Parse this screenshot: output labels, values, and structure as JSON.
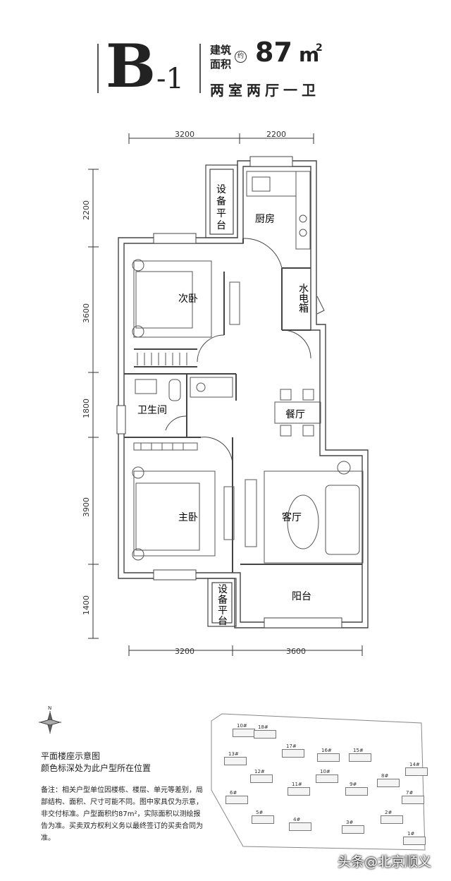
{
  "header": {
    "type_letter": "B",
    "type_number": "-1",
    "area_label_line1": "建筑",
    "area_label_line2": "面积",
    "area_approx": "约",
    "area_value": "87",
    "area_unit": "m",
    "area_sup": "2",
    "layout": "两室两厅一卫"
  },
  "dimensions": {
    "top": [
      "3200",
      "2200"
    ],
    "bottom": [
      "3200",
      "3600"
    ],
    "left": [
      "2200",
      "3600",
      "1800",
      "3900",
      "1400"
    ]
  },
  "rooms": {
    "equipment_top_1": "设",
    "equipment_top_2": "备",
    "equipment_top_3": "平",
    "equipment_top_4": "台",
    "kitchen": "厨房",
    "second_bedroom": "次卧",
    "meter_box_1": "水",
    "meter_box_2": "电",
    "meter_box_3": "箱",
    "bathroom": "卫生间",
    "dining": "餐厅",
    "master_bedroom": "主卧",
    "living": "客厅",
    "equipment_bottom_1": "设",
    "equipment_bottom_2": "备",
    "equipment_bottom_3": "平",
    "equipment_bottom_4": "台",
    "balcony": "阳台"
  },
  "site_plan": {
    "title": "平面楼座示意图",
    "subtitle": "颜色标深处为此户型所在位置",
    "buildings": [
      "10#",
      "18#",
      "13#",
      "17#",
      "16#",
      "15#",
      "12#",
      "10#",
      "8#",
      "11#",
      "9#",
      "14#",
      "6#",
      "7#",
      "5#",
      "4#",
      "3#",
      "2#",
      "1#"
    ]
  },
  "notes": "备注：相关户型单位因楼栋、楼层、单元等差别，局部结构、面积、尺寸可能不同。图中家具仅为示意，非交付标准。户型面积约87m²，实际面积以测绘报告为准。买卖双方权利义务以最终签订的买卖合同为准。",
  "watermark": "头条@北京顺义"
}
